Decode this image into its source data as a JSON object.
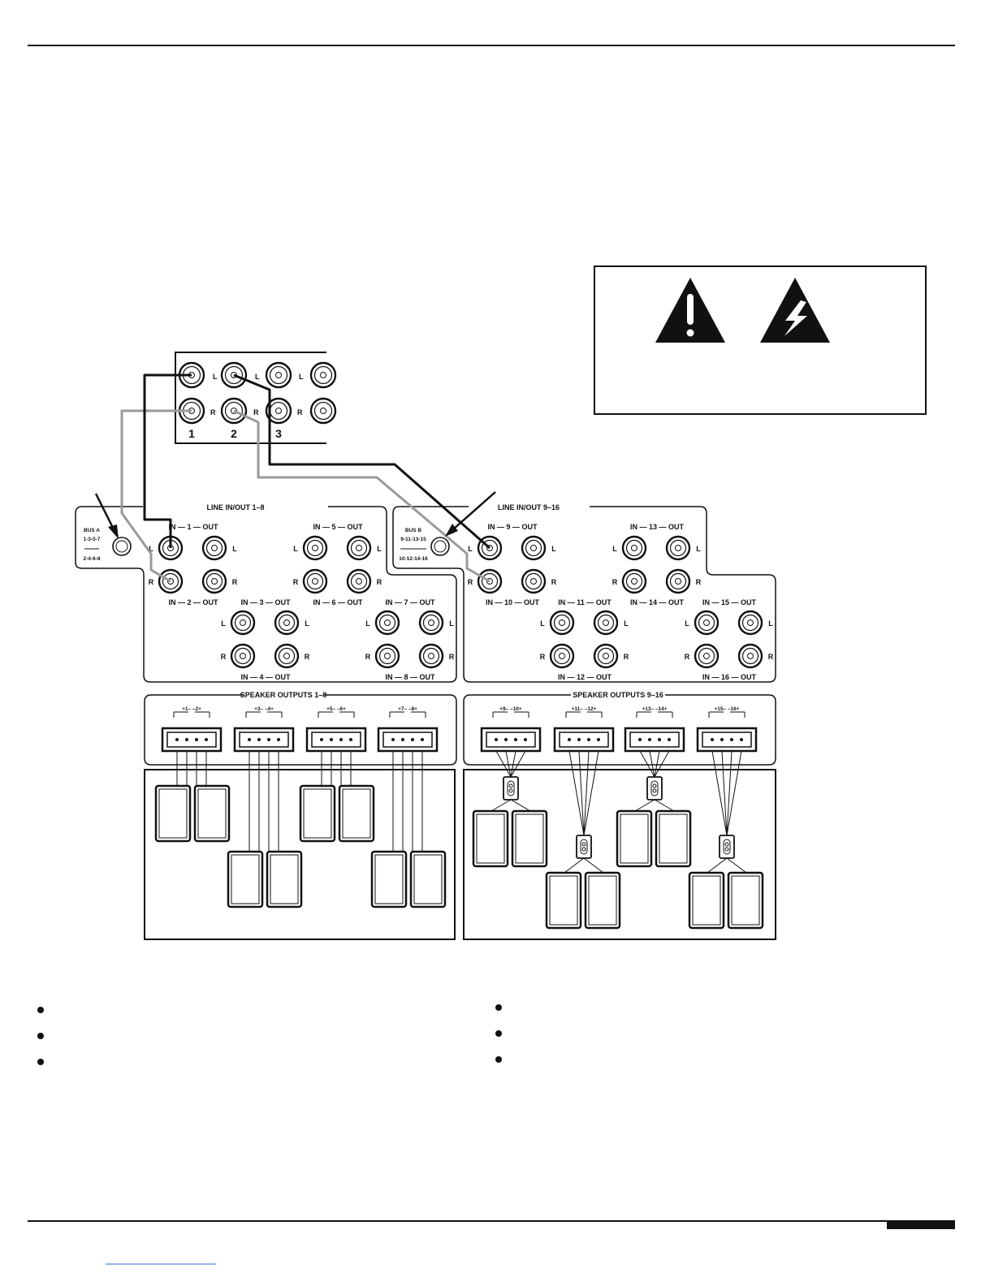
{
  "source_panel": {
    "channel_labels": [
      "L",
      "L",
      "L",
      "R",
      "R",
      "R"
    ],
    "channel_numbers": [
      "1",
      "2",
      "3"
    ]
  },
  "bus_a": {
    "label": "BUS A",
    "odd": "1-3-5-7",
    "even": "2-4-6-8"
  },
  "bus_b": {
    "label": "BUS B",
    "odd": "9-11-13-15",
    "even": "10-12-14-16"
  },
  "line_panel_1": {
    "title": "LINE IN/OUT 1–8",
    "groups": [
      "IN — 1 — OUT",
      "IN — 2 — OUT",
      "IN — 3 — OUT",
      "IN — 4 — OUT",
      "IN — 5 — OUT",
      "IN — 6 — OUT",
      "IN — 7 — OUT",
      "IN — 8 — OUT"
    ]
  },
  "line_panel_2": {
    "title": "LINE IN/OUT 9–16",
    "groups": [
      "IN — 9 — OUT",
      "IN — 10 — OUT",
      "IN — 11 — OUT",
      "IN — 12 — OUT",
      "IN — 13 — OUT",
      "IN — 14 — OUT",
      "IN — 15 — OUT",
      "IN — 16 — OUT"
    ]
  },
  "channel_letters": {
    "left": "L",
    "right": "R"
  },
  "speaker_panel_1": {
    "title": "SPEAKER OUTPUTS 1–8",
    "connectors": [
      "+1– –2+",
      "+3– –4+",
      "+5– –6+",
      "+7– –8+"
    ]
  },
  "speaker_panel_2": {
    "title": "SPEAKER OUTPUTS 9–16",
    "connectors": [
      "+9– –10+",
      "+11– –12+",
      "+13– –14+",
      "+15– –16+"
    ]
  },
  "colors": {
    "ink": "#111111",
    "gray_cable": "#9a9a9a",
    "footer_bar": "#111111",
    "link_underline": "#3a5fcd"
  },
  "icons": [
    "warning-exclamation-icon",
    "electric-shock-icon"
  ]
}
